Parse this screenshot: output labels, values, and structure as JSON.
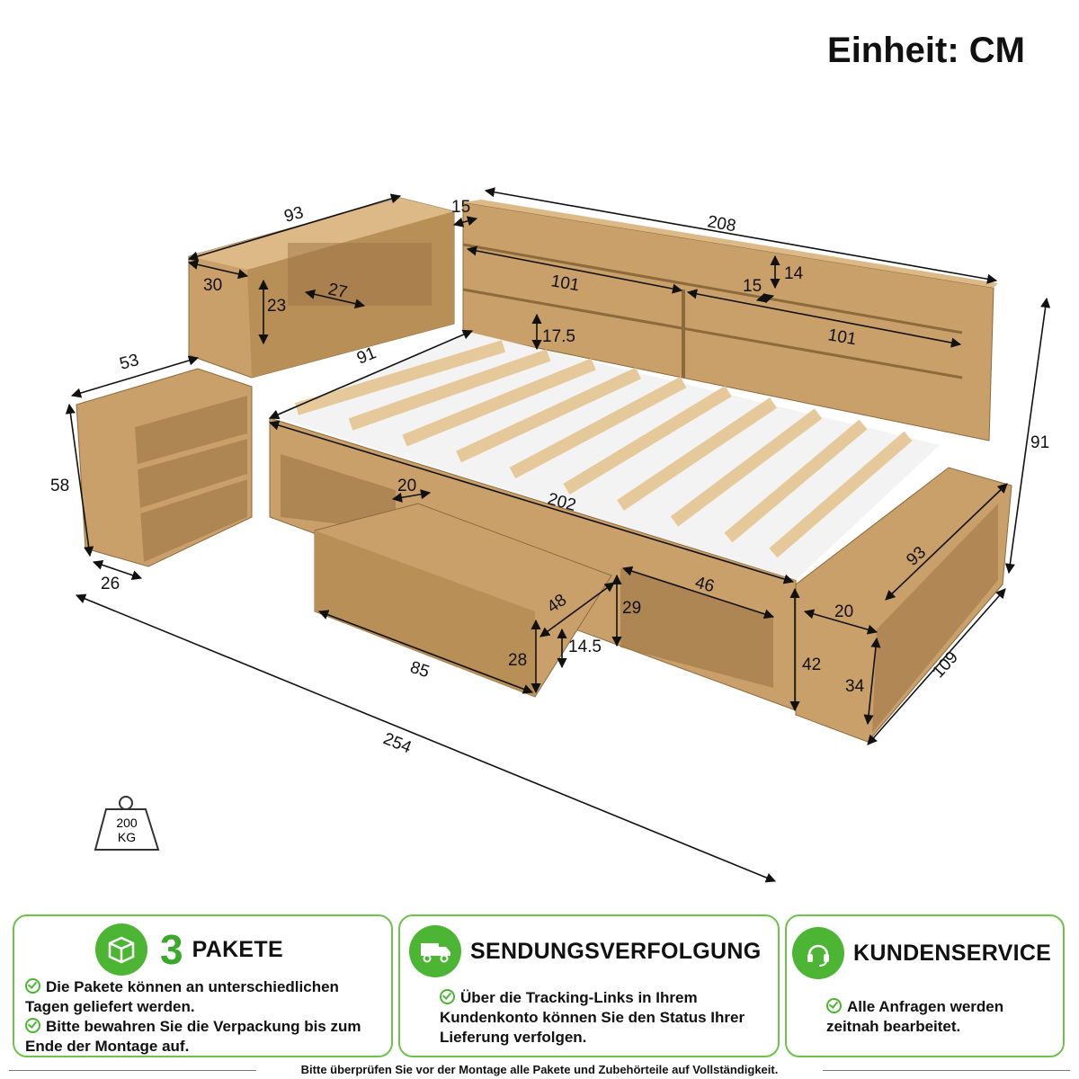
{
  "header": {
    "unit_label": "Einheit: CM"
  },
  "dimensions": {
    "shelf_width": "93",
    "shelf_depth": "30",
    "shelf_height": "23",
    "shelf_inner_width": "27",
    "headboard_depth": "15",
    "headboard_length": "208",
    "headboard_shelf_1": "101",
    "headboard_shelf_2": "101",
    "headboard_small_depth": "15",
    "headboard_small_height": "14",
    "headboard_gap": "17.5",
    "bed_width": "91",
    "total_height": "91",
    "nightstand_width": "53",
    "nightstand_height": "58",
    "nightstand_depth": "26",
    "drawer_gap": "20",
    "bed_length": "202",
    "side_shelf_width": "46",
    "side_shelf_height": "29",
    "bench_length": "93",
    "bench_depth": "20",
    "bench_outer_length": "109",
    "bench_height": "34",
    "bed_height": "42",
    "drawer_depth": "48",
    "drawer_height_outer": "28",
    "drawer_height_inner": "14.5",
    "drawer_width": "85",
    "total_length": "254"
  },
  "weight": {
    "value": "200",
    "unit": "KG"
  },
  "panels": {
    "packages": {
      "number": "3",
      "title": "PAKETE",
      "icon": "package-icon",
      "bullets": [
        "Die Pakete können an unterschiedlichen Tagen geliefert werden.",
        "Bitte bewahren Sie die Verpackung bis zum Ende der Montage auf."
      ]
    },
    "tracking": {
      "title": "SENDUNGSVERFOLGUNG",
      "icon": "truck-icon",
      "bullets": [
        "Über die Tracking-Links in Ihrem Kundenkonto können Sie den Status Ihrer Lieferung verfolgen."
      ]
    },
    "service": {
      "title": "KUNDENSERVICE",
      "icon": "headset-icon",
      "bullets": [
        "Alle Anfragen werden zeitnah bearbeitet."
      ]
    }
  },
  "footer": {
    "note": "Bitte überprüfen Sie vor der Montage alle Pakete und Zubehörteile auf Vollständigkeit."
  },
  "colors": {
    "wood": "#c9a06a",
    "wood_dark": "#a77f4c",
    "slat": "#e6c99a",
    "accent_green": "#4cb533",
    "border_green": "#6cc24a"
  }
}
